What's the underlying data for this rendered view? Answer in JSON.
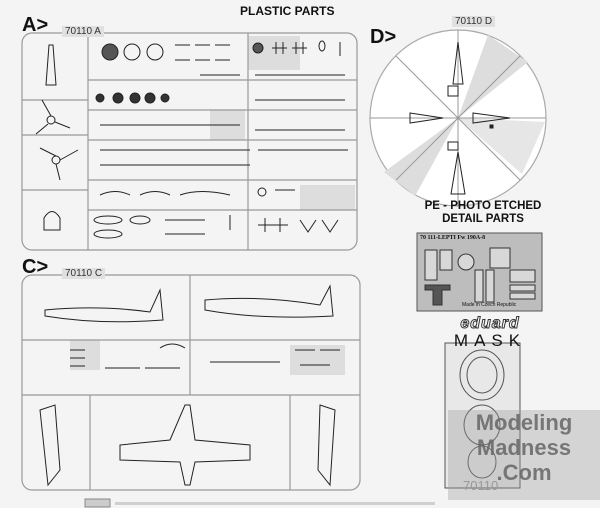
{
  "header": {
    "title": "PLASTIC PARTS"
  },
  "sprues": [
    {
      "section": "A>",
      "code": "70110 A"
    },
    {
      "section": "C>",
      "code": "70110 C"
    },
    {
      "section": "D>",
      "code": "70110 D"
    }
  ],
  "photo_etch": {
    "title_line1": "PE - PHOTO ETCHED",
    "title_line2": "DETAIL PARTS",
    "fret_label": "70 111-LEPTI  Fw 190A-8",
    "fret_footer": "Made in Czech Republic"
  },
  "mask": {
    "brand": "eduard",
    "label": "MASK",
    "sheet_code": "70110"
  },
  "watermark": {
    "line1": "Modeling",
    "line2": "Madness",
    "line3": ".Com"
  }
}
